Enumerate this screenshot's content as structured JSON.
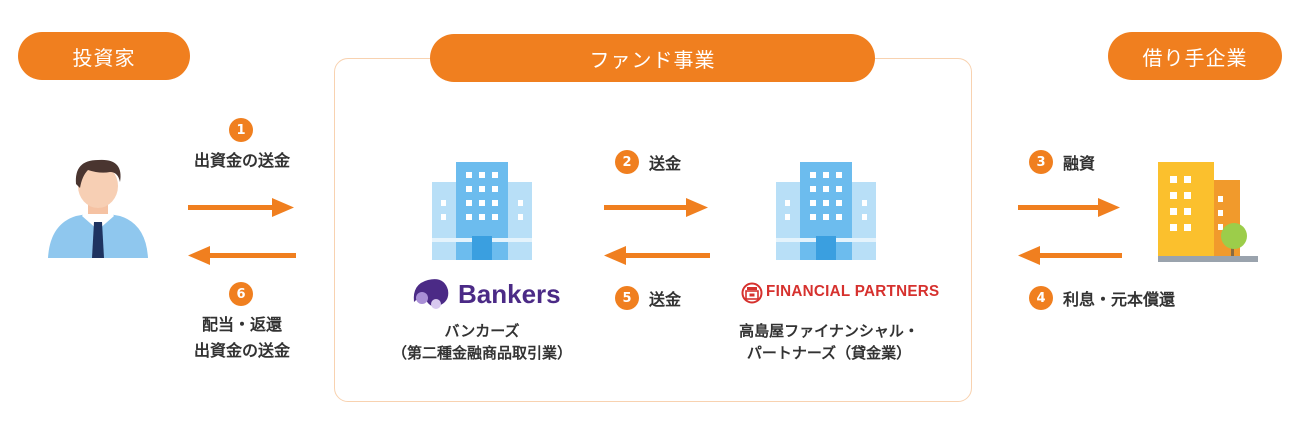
{
  "headers": {
    "investor": "投資家",
    "fund": "ファンド事業",
    "borrower": "借り手企業"
  },
  "steps": {
    "s1": {
      "num": "1",
      "label": "出資金の送金"
    },
    "s2": {
      "num": "2",
      "label": "送金"
    },
    "s3": {
      "num": "3",
      "label": "融資"
    },
    "s4": {
      "num": "4",
      "label": "利息・元本償還"
    },
    "s5": {
      "num": "5",
      "label": "送金"
    },
    "s6": {
      "num": "6",
      "label_line1": "配当・返還",
      "label_line2": "出資金の送金"
    }
  },
  "bankers": {
    "logo_text": "Bankers",
    "name": "バンカーズ",
    "desc": "（第二種金融商品取引業）"
  },
  "financial": {
    "logo_text": "FINANCIAL PARTNERS",
    "name_line1": "高島屋ファイナンシャル・",
    "name_line2": "パートナーズ（貸金業）"
  },
  "colors": {
    "accent": "#f07f1f",
    "building_blue": "#7cc4f2",
    "bankers_purple": "#4b2a86",
    "financial_red": "#d6312e"
  },
  "icons": {
    "investor": "person-icon",
    "bankers_building": "office-building-icon",
    "financial_building": "office-building-icon",
    "borrower_building": "company-building-icon"
  }
}
